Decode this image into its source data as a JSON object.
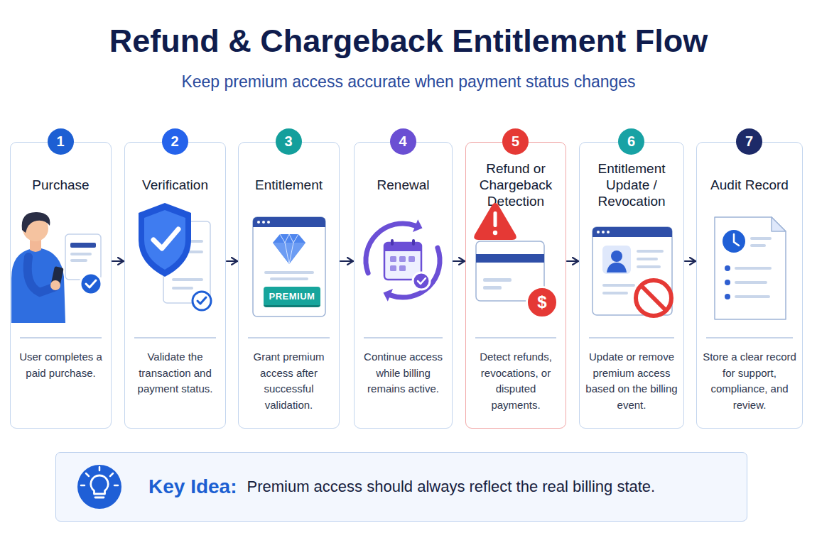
{
  "diagram": {
    "title": "Refund & Chargeback Entitlement Flow",
    "nodes": [
      {
        "text": [
          "Purchase",
          "User completes a paid purchase."
        ]
      },
      {
        "text": [
          "1"
        ],
        "in": 0
      },
      {
        "text": [
          "Verification",
          "Validate the transaction and payment status."
        ]
      },
      {
        "text": [
          "2"
        ],
        "in": 2
      },
      {
        "text": [
          "Entitlement",
          "Grant premium access after successful validation."
        ]
      },
      {
        "text": [
          "3"
        ],
        "in": 4
      },
      {
        "text": [
          "PREMIUM"
        ],
        "in": 4
      },
      {
        "text": [
          "Renewal",
          "Continue access while billing remains active."
        ]
      },
      {
        "text": [
          "4"
        ],
        "in": 7
      },
      {
        "text": [
          "Refund or Chargeback Detection",
          "Detect refunds, revocations, or disputed payments."
        ]
      },
      {
        "text": [
          "5"
        ],
        "in": 9
      },
      {
        "text": [
          "$"
        ],
        "in": 9
      },
      {
        "text": [
          "Entitlement Update / Revocation",
          "Update or remove premium access based on the billing event."
        ]
      },
      {
        "text": [
          "6"
        ],
        "in": 12
      },
      {
        "text": [
          "Audit Record",
          "Store a clear record for support, compliance, and review."
        ]
      },
      {
        "text": [
          "7"
        ],
        "in": 14
      },
      {
        "text": [
          "Key Idea:",
          "Premium access should always reflect the real billing state."
        ]
      }
    ],
    "edges": [
      {
        "from": 0,
        "to": 2,
        "arrow": "to"
      },
      {
        "from": 2,
        "to": 4,
        "arrow": "to"
      },
      {
        "from": 4,
        "to": 7,
        "arrow": "to"
      },
      {
        "from": 7,
        "to": 9,
        "arrow": "to"
      },
      {
        "from": 9,
        "to": 12,
        "arrow": "to"
      },
      {
        "from": 12,
        "to": 14,
        "arrow": "to"
      }
    ],
    "labels": [
      "Keep premium access accurate when payment status changes"
    ]
  }
}
